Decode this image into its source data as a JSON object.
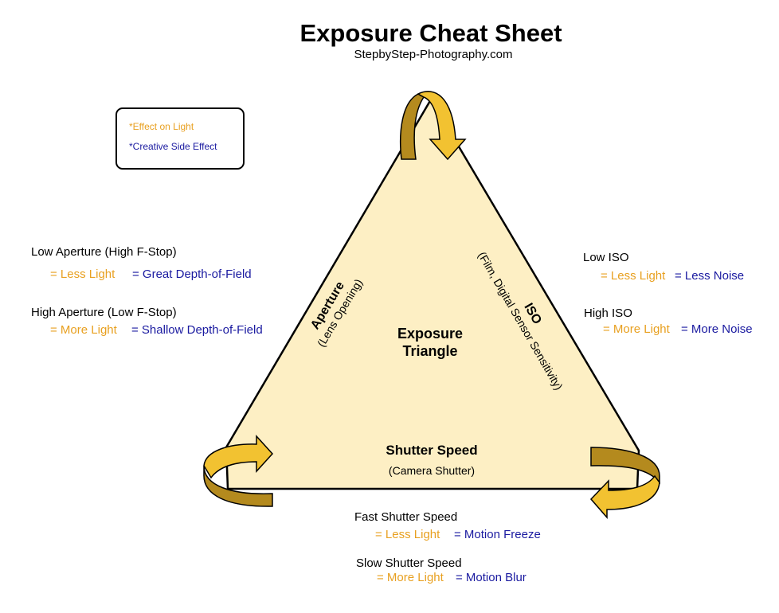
{
  "header": {
    "title": "Exposure Cheat Sheet",
    "subtitle": "StepbyStep-Photography.com"
  },
  "legend": {
    "effect_on_light": "*Effect on Light",
    "creative_side_effect": "*Creative Side Effect"
  },
  "colors": {
    "light_effect": "#e8a020",
    "creative_effect": "#1a1aa0",
    "triangle_fill": "#fdefc4",
    "arrow_fill": "#f2c231",
    "arrow_dark": "#b48a1e"
  },
  "triangle": {
    "center_line1": "Exposure",
    "center_line2": "Triangle",
    "aperture": {
      "label": "Aperture",
      "sub": "(Lens Opening)"
    },
    "iso": {
      "label": "ISO",
      "sub": "(Film, Digital Sensor Sensitivity)"
    },
    "shutter": {
      "label": "Shutter Speed",
      "sub": "(Camera Shutter)"
    }
  },
  "aperture_notes": {
    "low": {
      "heading": "Low Aperture (High F-Stop)",
      "light": "= Less Light",
      "creative": "= Great Depth-of-Field"
    },
    "high": {
      "heading": "High Aperture (Low F-Stop)",
      "light": "= More Light",
      "creative": "= Shallow Depth-of-Field"
    }
  },
  "iso_notes": {
    "low": {
      "heading": "Low ISO",
      "light": "= Less Light",
      "creative": "= Less Noise"
    },
    "high": {
      "heading": "High ISO",
      "light": "= More Light",
      "creative": "= More Noise"
    }
  },
  "shutter_notes": {
    "fast": {
      "heading": "Fast Shutter Speed",
      "light": "= Less Light",
      "creative": "= Motion Freeze"
    },
    "slow": {
      "heading": "Slow Shutter Speed",
      "light": "= More Light",
      "creative": "= Motion Blur"
    }
  }
}
